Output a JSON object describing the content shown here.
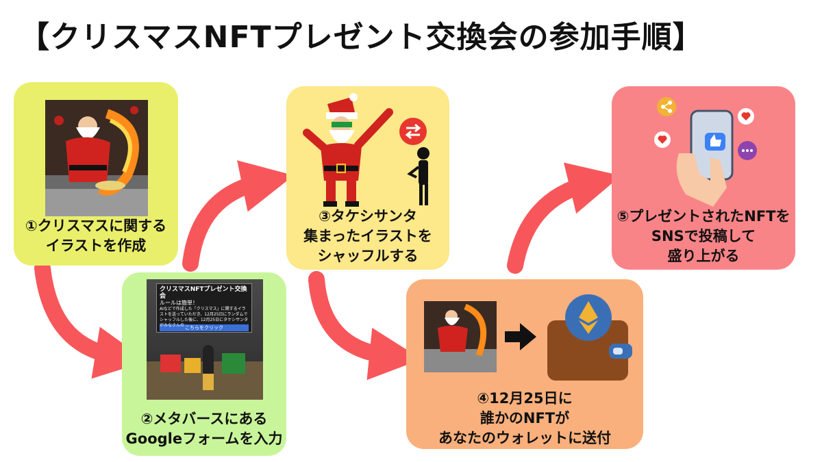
{
  "title": "【クリスマスNFTプレゼント交換会の参加手順】",
  "steps": [
    {
      "label": "①クリスマスに関する\nイラストを作成",
      "color": "#e9ef6b",
      "image": "santa-illustration"
    },
    {
      "label": "②メタバースにある\nGoogleフォームを入力",
      "color": "#c9f59a",
      "image": "metaverse-screenshot",
      "panel_title": "クリスマスNFTプレゼント交換会",
      "panel_sub": "ルールは簡単！",
      "panel_body": "AIなどで作成した「クリスマス」に関するイラストを送っていただき、12月25日にランダムでシャッフルした後に、12月25日にタケシサンタがみなさんの",
      "panel_button": "こちらをクリック"
    },
    {
      "label": "③タケシサンタ\n集まったイラストを\nシャッフルする",
      "color": "#fde88a",
      "image": "santa-dab"
    },
    {
      "label": "④12月25日に\n誰かのNFTが\nあなたのウォレットに送付",
      "color": "#f9b07c",
      "image": "wallet"
    },
    {
      "label": "⑤プレゼントされたNFTを\nSNSで投稿して\n盛り上がる",
      "color": "#f98488",
      "image": "sns-phone"
    }
  ],
  "colors": {
    "arrow": "#f7575b",
    "wallet": "#8b4a1e",
    "eth": "#3b6fb5",
    "shuffle": "#e8372e"
  }
}
